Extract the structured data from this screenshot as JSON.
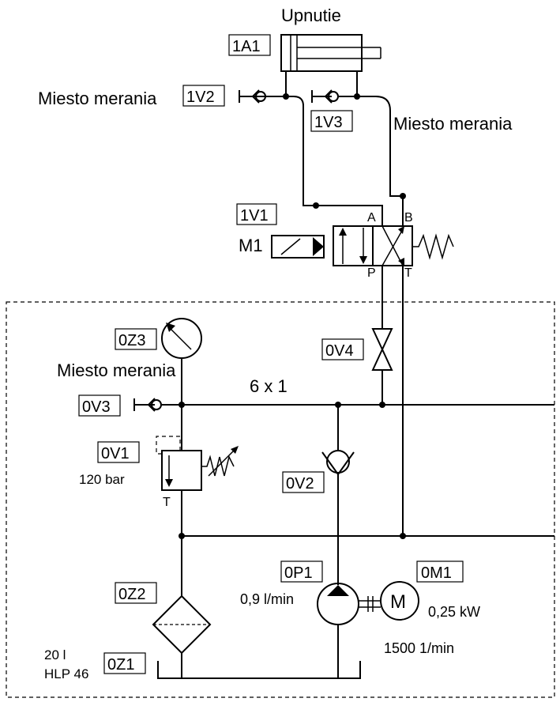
{
  "labels": {
    "top_title": "Upnutie",
    "meas_1v2": "Miesto merania",
    "meas_1v3": "Miesto merania",
    "meas_0z3": "Miesto merania",
    "pipe_size": "6 x 1",
    "relief_pressure": "120 bar",
    "pump_flow": "0,9 l/min",
    "motor_power": "0,25 kW",
    "motor_speed": "1500 1/min",
    "tank_volume": "20 l",
    "tank_oil": "HLP 46",
    "solenoid": "M1",
    "motor_letter": "M",
    "port_a": "A",
    "port_b": "B",
    "port_p": "P",
    "port_t": "T",
    "relief_t": "T"
  },
  "components": {
    "c1A1": "1A1",
    "c1V2": "1V2",
    "c1V3": "1V3",
    "c1V1": "1V1",
    "c0Z3": "0Z3",
    "c0V4": "0V4",
    "c0V3": "0V3",
    "c0V1": "0V1",
    "c0V2": "0V2",
    "c0P1": "0P1",
    "c0M1": "0M1",
    "c0Z2": "0Z2",
    "c0Z1": "0Z1"
  }
}
